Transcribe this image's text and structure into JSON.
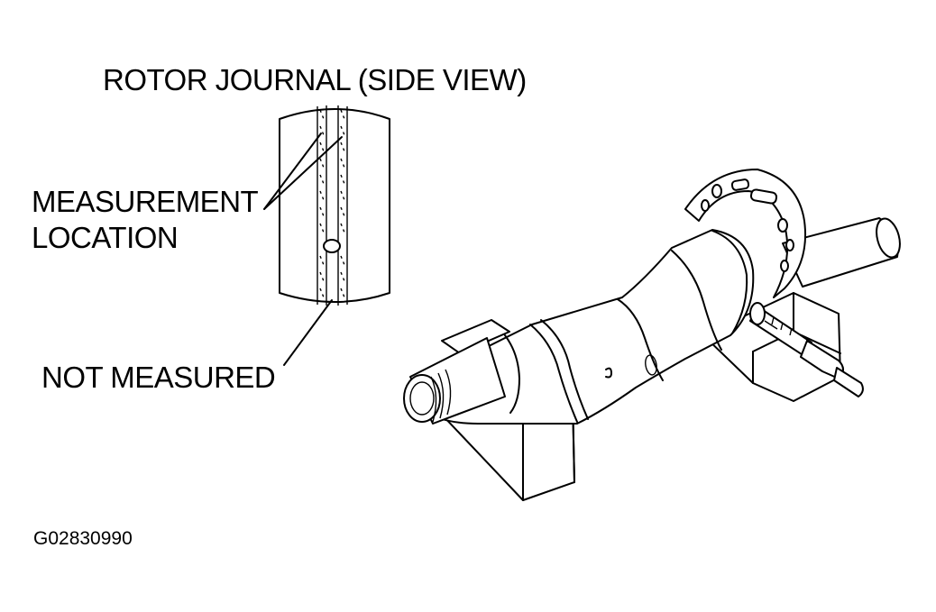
{
  "labels": {
    "title": "ROTOR JOURNAL (SIDE VIEW)",
    "measurement_line1": "MEASUREMENT",
    "measurement_line2": "LOCATION",
    "not_measured": "NOT MEASURED",
    "figure_id": "G02830990"
  },
  "colors": {
    "ink": "#000000",
    "paper": "#ffffff"
  }
}
